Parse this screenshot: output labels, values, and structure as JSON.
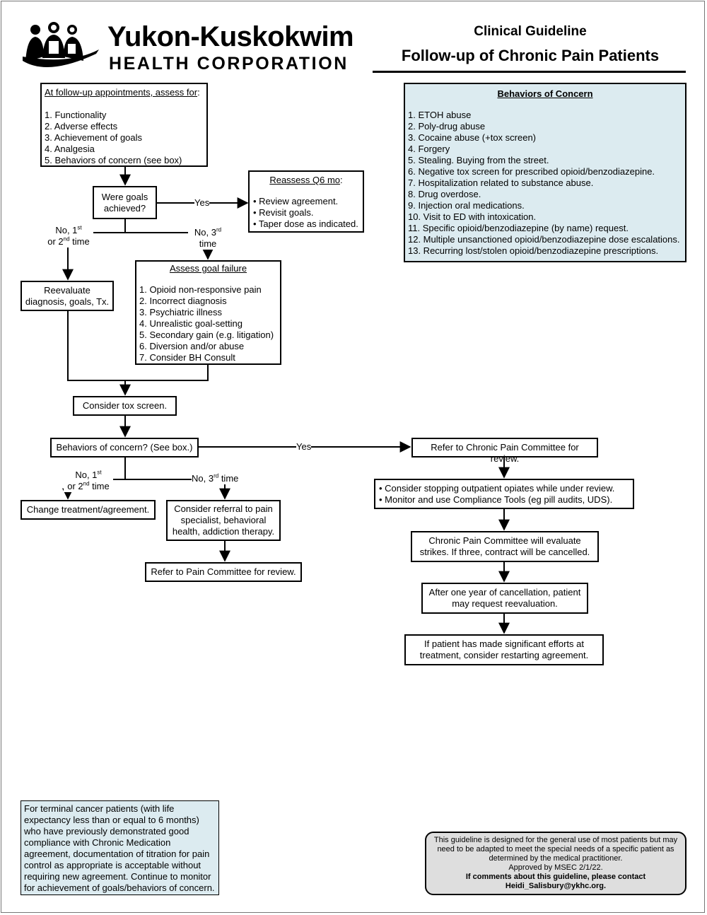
{
  "header": {
    "org_name_line1": "Yukon-Kuskokwim",
    "org_name_line2": "HEALTH CORPORATION",
    "doc_type": "Clinical Guideline",
    "doc_title": "Follow-up of Chronic Pain Patients"
  },
  "assess": {
    "title": "At follow-up appointments, assess for",
    "suffix": ":",
    "items": [
      "1. Functionality",
      "2. Adverse effects",
      "3. Achievement of goals",
      "4. Analgesia",
      "5. Behaviors of concern (see box)"
    ]
  },
  "goals_question": "Were goals achieved?",
  "goals_yes": "Yes",
  "reassess": {
    "title": "Reassess Q6 mo",
    "suffix": ":",
    "items": [
      "• Review agreement.",
      "• Revisit goals.",
      "• Taper dose as indicated."
    ]
  },
  "branch1": {
    "no_first_a": "No, 1",
    "no_first_sup": "st",
    "no_first_b": "or 2",
    "no_first_sup2": "nd",
    "no_first_c": " time",
    "no_third_a": "No, 3",
    "no_third_sup": "rd",
    "no_third_b": "time"
  },
  "reevaluate": "Reevaluate diagnosis, goals, Tx.",
  "goal_failure": {
    "title": "Assess goal failure",
    "items": [
      "1. Opioid non-responsive pain",
      "2. Incorrect diagnosis",
      "3. Psychiatric illness",
      "4. Unrealistic goal-setting",
      "5. Secondary gain (e.g. litigation)",
      "6. Diversion and/or abuse",
      "7. Consider BH Consult"
    ]
  },
  "tox_screen": "Consider tox screen.",
  "behaviors_question": "Behaviors of concern? (See box.)",
  "behaviors_yes": "Yes",
  "branch2": {
    "no_first_a": "No, 1",
    "no_first_sup": "st",
    "no_first_b": "or 2",
    "no_first_sup2": "nd",
    "no_first_c": " time",
    "no_third_a": "No, 3",
    "no_third_sup": "rd",
    "no_third_b": " time"
  },
  "change_treatment": "Change treatment/agreement.",
  "consider_referral": "Consider referral to pain specialist, behavioral health, addiction therapy.",
  "refer_pain_committee": "Refer to Pain Committee for review.",
  "refer_chronic_committee": "Refer to Chronic Pain Committee for review.",
  "consider_stopping": {
    "items": [
      "• Consider stopping outpatient opiates while under review.",
      "• Monitor and use Compliance Tools (eg pill audits, UDS)."
    ]
  },
  "committee_evaluate": "Chronic Pain Committee will evaluate strikes. If three, contract will be cancelled.",
  "after_one_year": "After one year of cancellation, patient may request reevaluation.",
  "significant_efforts": "If patient has made significant efforts at treatment, consider restarting agreement.",
  "behaviors_box": {
    "title": "Behaviors of Concern",
    "items": [
      "1. ETOH abuse",
      "2. Poly-drug abuse",
      "3. Cocaine abuse (+tox screen)",
      "4. Forgery",
      "5. Stealing. Buying from the street.",
      "6. Negative tox screen for prescribed opioid/benzodiazepine.",
      "7. Hospitalization related to substance abuse.",
      "8. Drug overdose.",
      "9. Injection oral medications.",
      "10. Visit to ED with intoxication.",
      "11. Specific opioid/benzodiazepine (by name) request.",
      "12. Multiple unsanctioned opioid/benzodiazepine dose escalations.",
      "13. Recurring lost/stolen opioid/benzodiazepine prescriptions."
    ]
  },
  "terminal_note": "For terminal cancer patients (with life expectancy less than or equal to 6 months) who have previously demonstrated good compliance with Chronic Medication agreement, documentation of titration for pain control as appropriate is acceptable without requiring new agreement. Continue to monitor for achievement of goals/behaviors of concern.",
  "footer": {
    "line1": "This guideline is designed for the general use of most patients but may need to be adapted to meet the special needs of a specific patient as determined by the medical practitioner.",
    "line2": "Approved by MSEC 2/1/22.",
    "line3": "If comments about this guideline, please contact Heidi_Salisbury@ykhc.org."
  },
  "colors": {
    "info_box_bg": "#dcebf0",
    "footer_bg": "#dedede"
  }
}
